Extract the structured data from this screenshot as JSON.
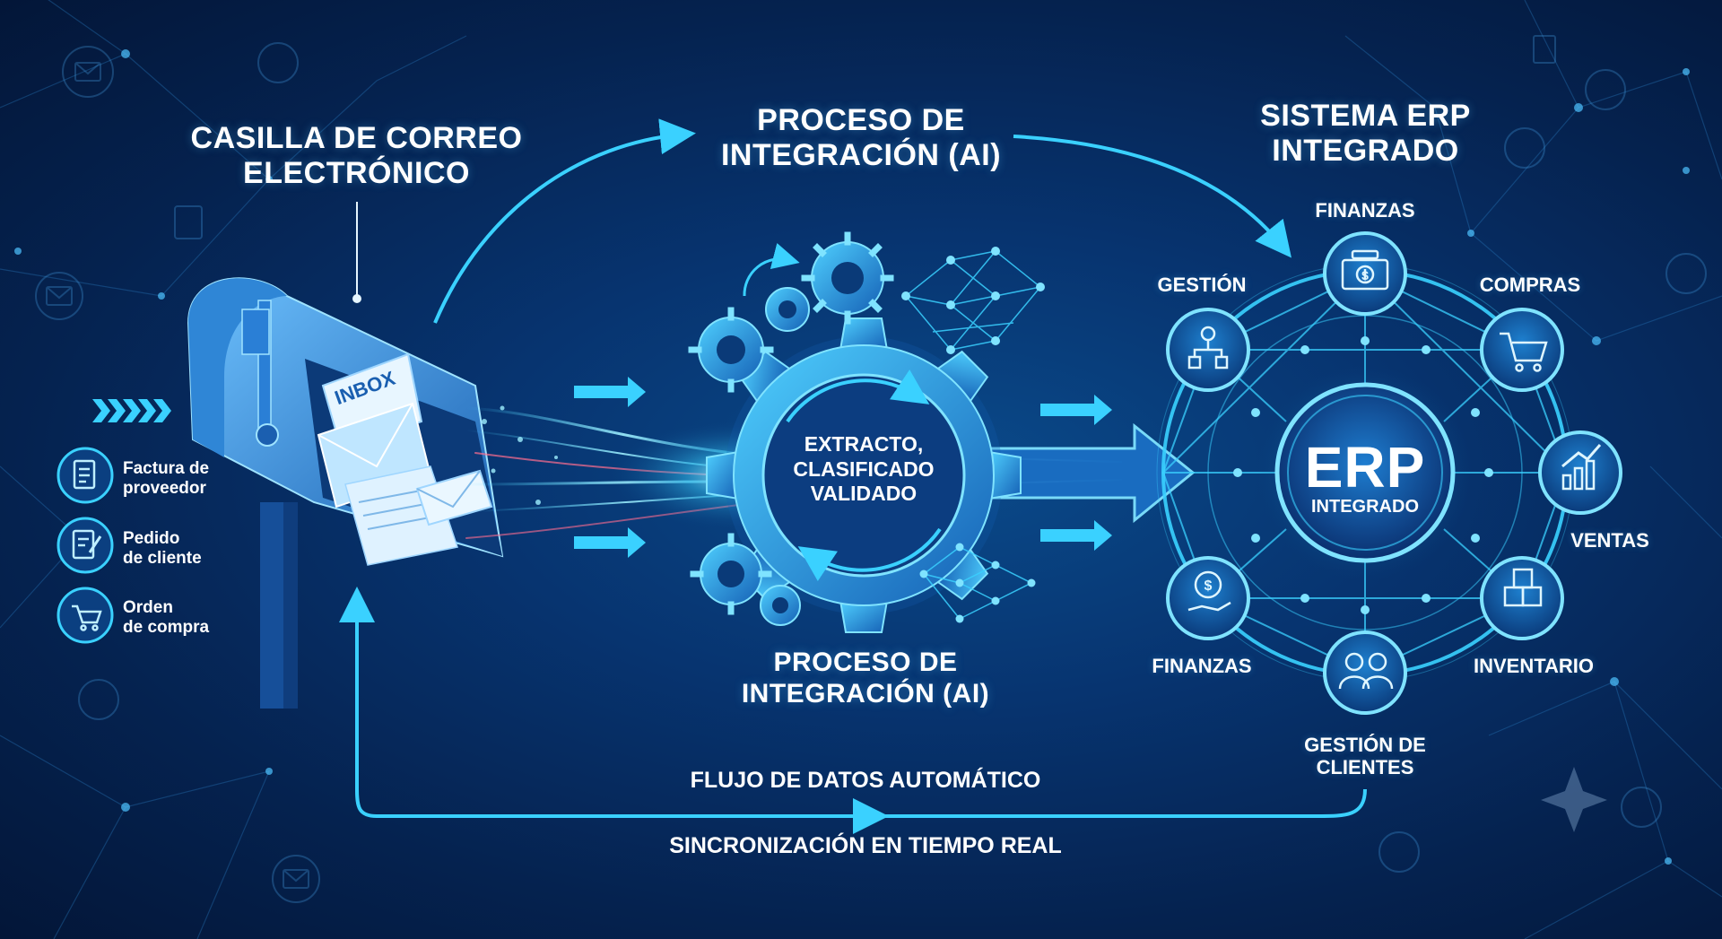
{
  "titles": {
    "mailbox": [
      "Casilla de correo",
      "electrónico"
    ],
    "process_top": [
      "Proceso de",
      "integración (AI)"
    ],
    "process_bottom": [
      "Proceso de",
      "integración (AI)"
    ],
    "erp_system": [
      "Sistema ERP",
      "integrado"
    ]
  },
  "mailbox": {
    "inbox_label": "INBOX"
  },
  "documents": [
    {
      "label": [
        "Factura de",
        "proveedor"
      ],
      "icon": "invoice-icon"
    },
    {
      "label": [
        "Pedido",
        "de cliente"
      ],
      "icon": "order-form-icon"
    },
    {
      "label": [
        "Orden",
        "de compra"
      ],
      "icon": "cart-icon"
    }
  ],
  "process": {
    "center_text": [
      "Extracto,",
      "clasificado",
      "validado"
    ]
  },
  "erp": {
    "center_title": "ERP",
    "center_subtitle": "Integrado",
    "modules": [
      {
        "name": "Finanzas",
        "icon": "money-icon"
      },
      {
        "name": "Compras",
        "icon": "cart-icon"
      },
      {
        "name": "Ventas",
        "icon": "chart-icon"
      },
      {
        "name": "Inventario",
        "icon": "boxes-icon"
      },
      {
        "name": [
          "Gestión de",
          "clientes"
        ],
        "icon": "users-icon"
      },
      {
        "name": "Finanzas",
        "icon": "dollar-hand-icon"
      },
      {
        "name": "Gestión",
        "icon": "hierarchy-icon"
      }
    ]
  },
  "flow": {
    "automatic": "Flujo de datos automático",
    "sync": "Sincronización en tiempo real"
  },
  "colors": {
    "accent": "#2fc6ff",
    "glow": "#7fe3ff",
    "background_dark": "#031638",
    "background_mid": "#0a4a8a"
  }
}
